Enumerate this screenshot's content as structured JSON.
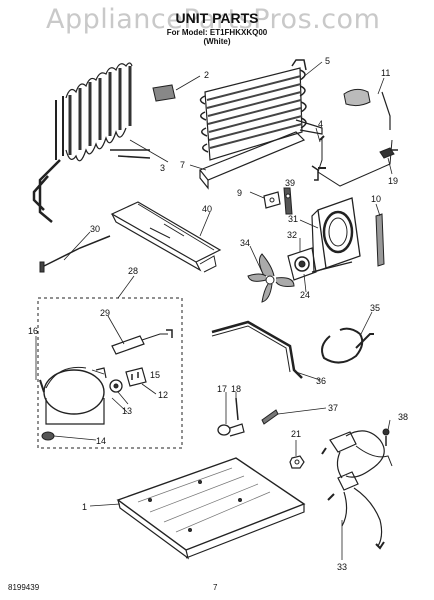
{
  "header": {
    "watermark": "AppliancePartsPros.com",
    "title": "UNIT PARTS",
    "model_line": "For Model: ET1FHKXKQ00",
    "color_line": "(White)"
  },
  "footer": {
    "doc_number": "8199439",
    "page_number": "7"
  },
  "parts": {
    "p1": "1",
    "p2": "2",
    "p3": "3",
    "p4": "4",
    "p5": "5",
    "p7": "7",
    "p9": "9",
    "p10": "10",
    "p11": "11",
    "p12": "12",
    "p13": "13",
    "p14": "14",
    "p15": "15",
    "p16": "16",
    "p17": "17",
    "p18": "18",
    "p19": "19",
    "p21": "21",
    "p24": "24",
    "p28": "28",
    "p29": "29",
    "p30": "30",
    "p31": "31",
    "p32": "32",
    "p33": "33",
    "p34": "34",
    "p35": "35",
    "p36": "36",
    "p37": "37",
    "p38": "38",
    "p39": "39",
    "p40": "40"
  }
}
